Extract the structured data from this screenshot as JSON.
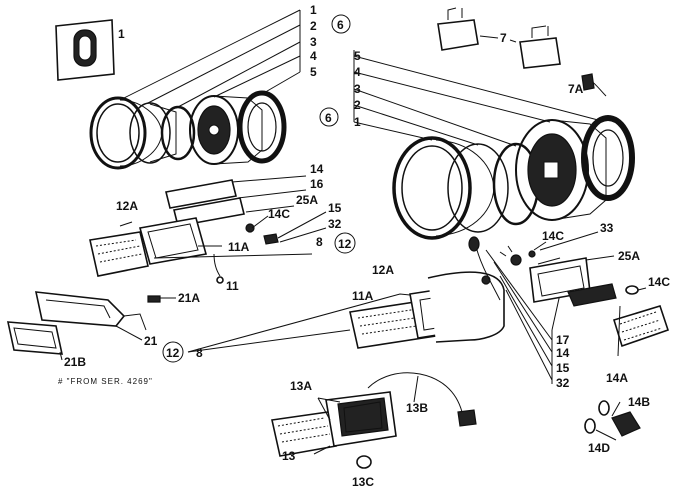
{
  "labels": {
    "l1": "1",
    "l2": "2",
    "l3": "3",
    "l4": "4",
    "l5": "5",
    "l6": "6",
    "l7": "7",
    "l7a": "7A",
    "r1": "1",
    "r2": "2",
    "r3": "3",
    "r4": "4",
    "r5": "5",
    "r6": "6",
    "p8a": "8",
    "p8b": "8",
    "p11": "11",
    "p11a": "11A",
    "p11a_b": "11A",
    "p12a": "12A",
    "p12a_b": "12A",
    "p12a_circ": "12",
    "p12b_circ": "12",
    "p13": "13",
    "p13a": "13A",
    "p13b": "13B",
    "p13c": "13C",
    "p14": "14",
    "p14_b": "14",
    "p14a": "14A",
    "p14b": "14B",
    "p14c": "14C",
    "p14c_b": "14C",
    "p14c_c": "14C",
    "p14d": "14D",
    "p15": "15",
    "p15_b": "15",
    "p16": "16",
    "p17": "17",
    "p21": "21",
    "p21a": "21A",
    "p21b": "21B",
    "p25a": "25A",
    "p25a_b": "25A",
    "p32": "32",
    "p32_b": "32",
    "p33": "33"
  },
  "note": "# \"FROM SER. 4269\""
}
